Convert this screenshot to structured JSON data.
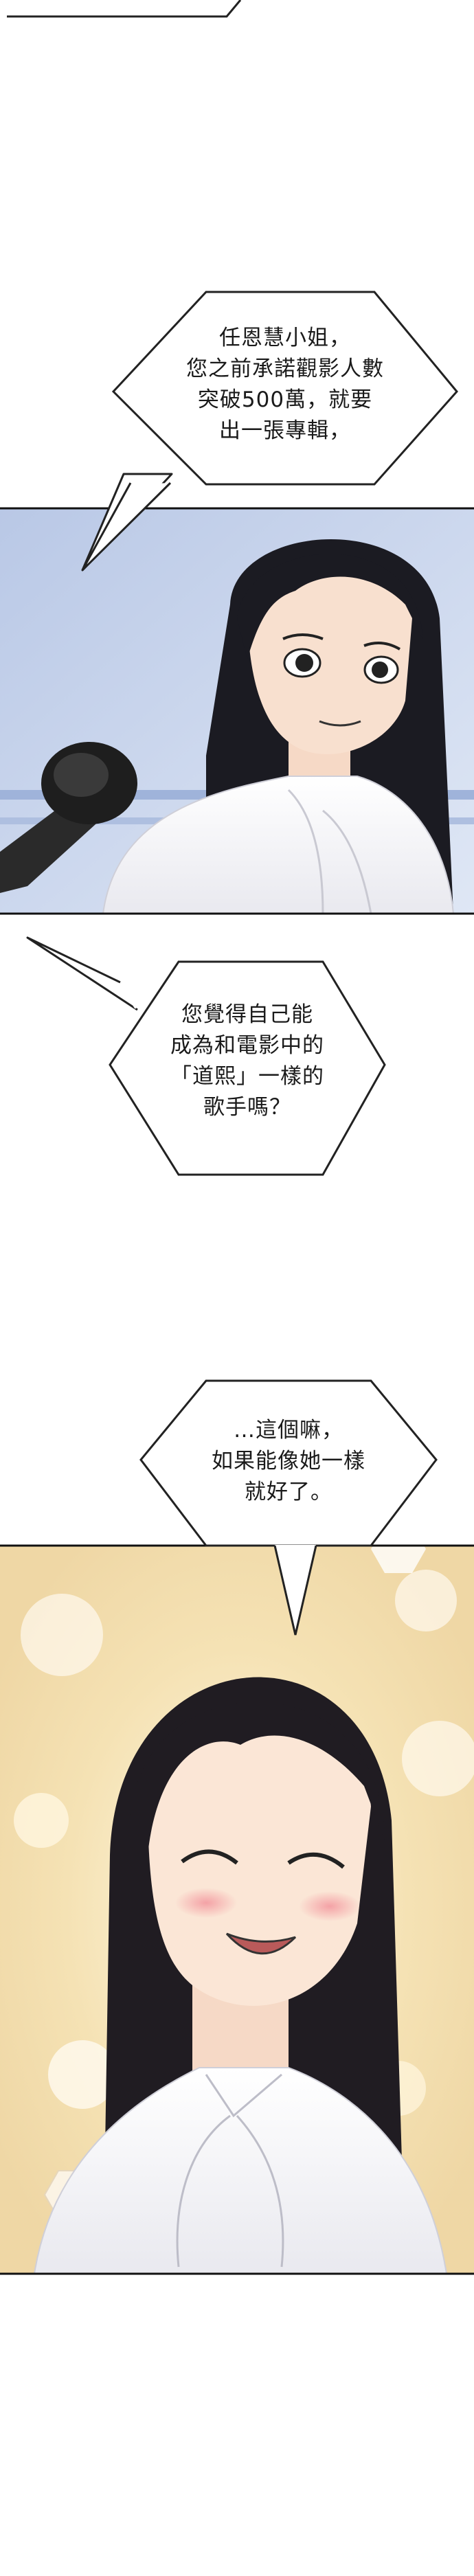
{
  "bubbles": {
    "b1": [
      "任恩慧小姐，",
      "您之前承諾觀影人數",
      "突破500萬，就要",
      "出一張專輯，"
    ],
    "b2": [
      "您覺得自己能",
      "成為和電影中的",
      "「道熙」一樣的",
      "歌手嗎？"
    ],
    "b3": [
      "…這個嘛，",
      "如果能像她一樣",
      "就好了。"
    ]
  }
}
